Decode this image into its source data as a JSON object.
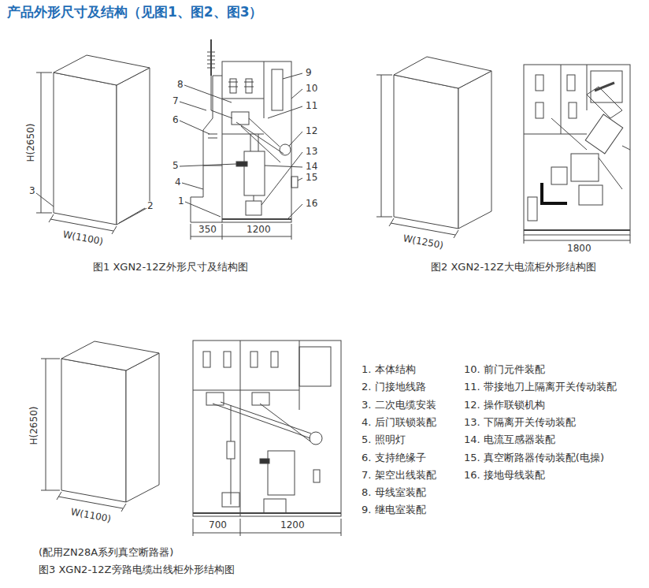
{
  "diagram": {
    "title": "产品外形尺寸及结构（见图1、图2、图3）",
    "labels": [
      "H(2650)",
      "3",
      "2",
      "W(1100)",
      "8",
      "7",
      "6",
      "5",
      "4",
      "1",
      "9",
      "10",
      "11",
      "12",
      "13",
      "14",
      "15",
      "16",
      "350",
      "1200",
      "图1 XGN2-12Z外形尺寸及结构图",
      "W(1250)",
      "1800",
      "图2 XGN2-12Z大电流柜外形结构图",
      "H(2650)",
      "W(1100)",
      "700",
      "1200",
      "1. 本体结构",
      "2. 门接地线路",
      "3. 二次电缆安装",
      "4. 后门联锁装配",
      "5. 照明灯",
      "6. 支持绝缘子",
      "7. 架空出线装配",
      "8. 母线室装配",
      "9. 继电室装配",
      "10. 前门元件装配",
      "11. 带接地刀上隔离开关传动装配",
      "12. 操作联锁机构",
      "13. 下隔离开关传动装配",
      "14. 电流互感器装配",
      "15. 真空断路器传动装配(电操)",
      "16. 接地母线装配",
      "(配用ZN28A系列真空断路器)",
      "图3 XGN2-12Z旁路电缆出线柜外形结构图"
    ]
  }
}
